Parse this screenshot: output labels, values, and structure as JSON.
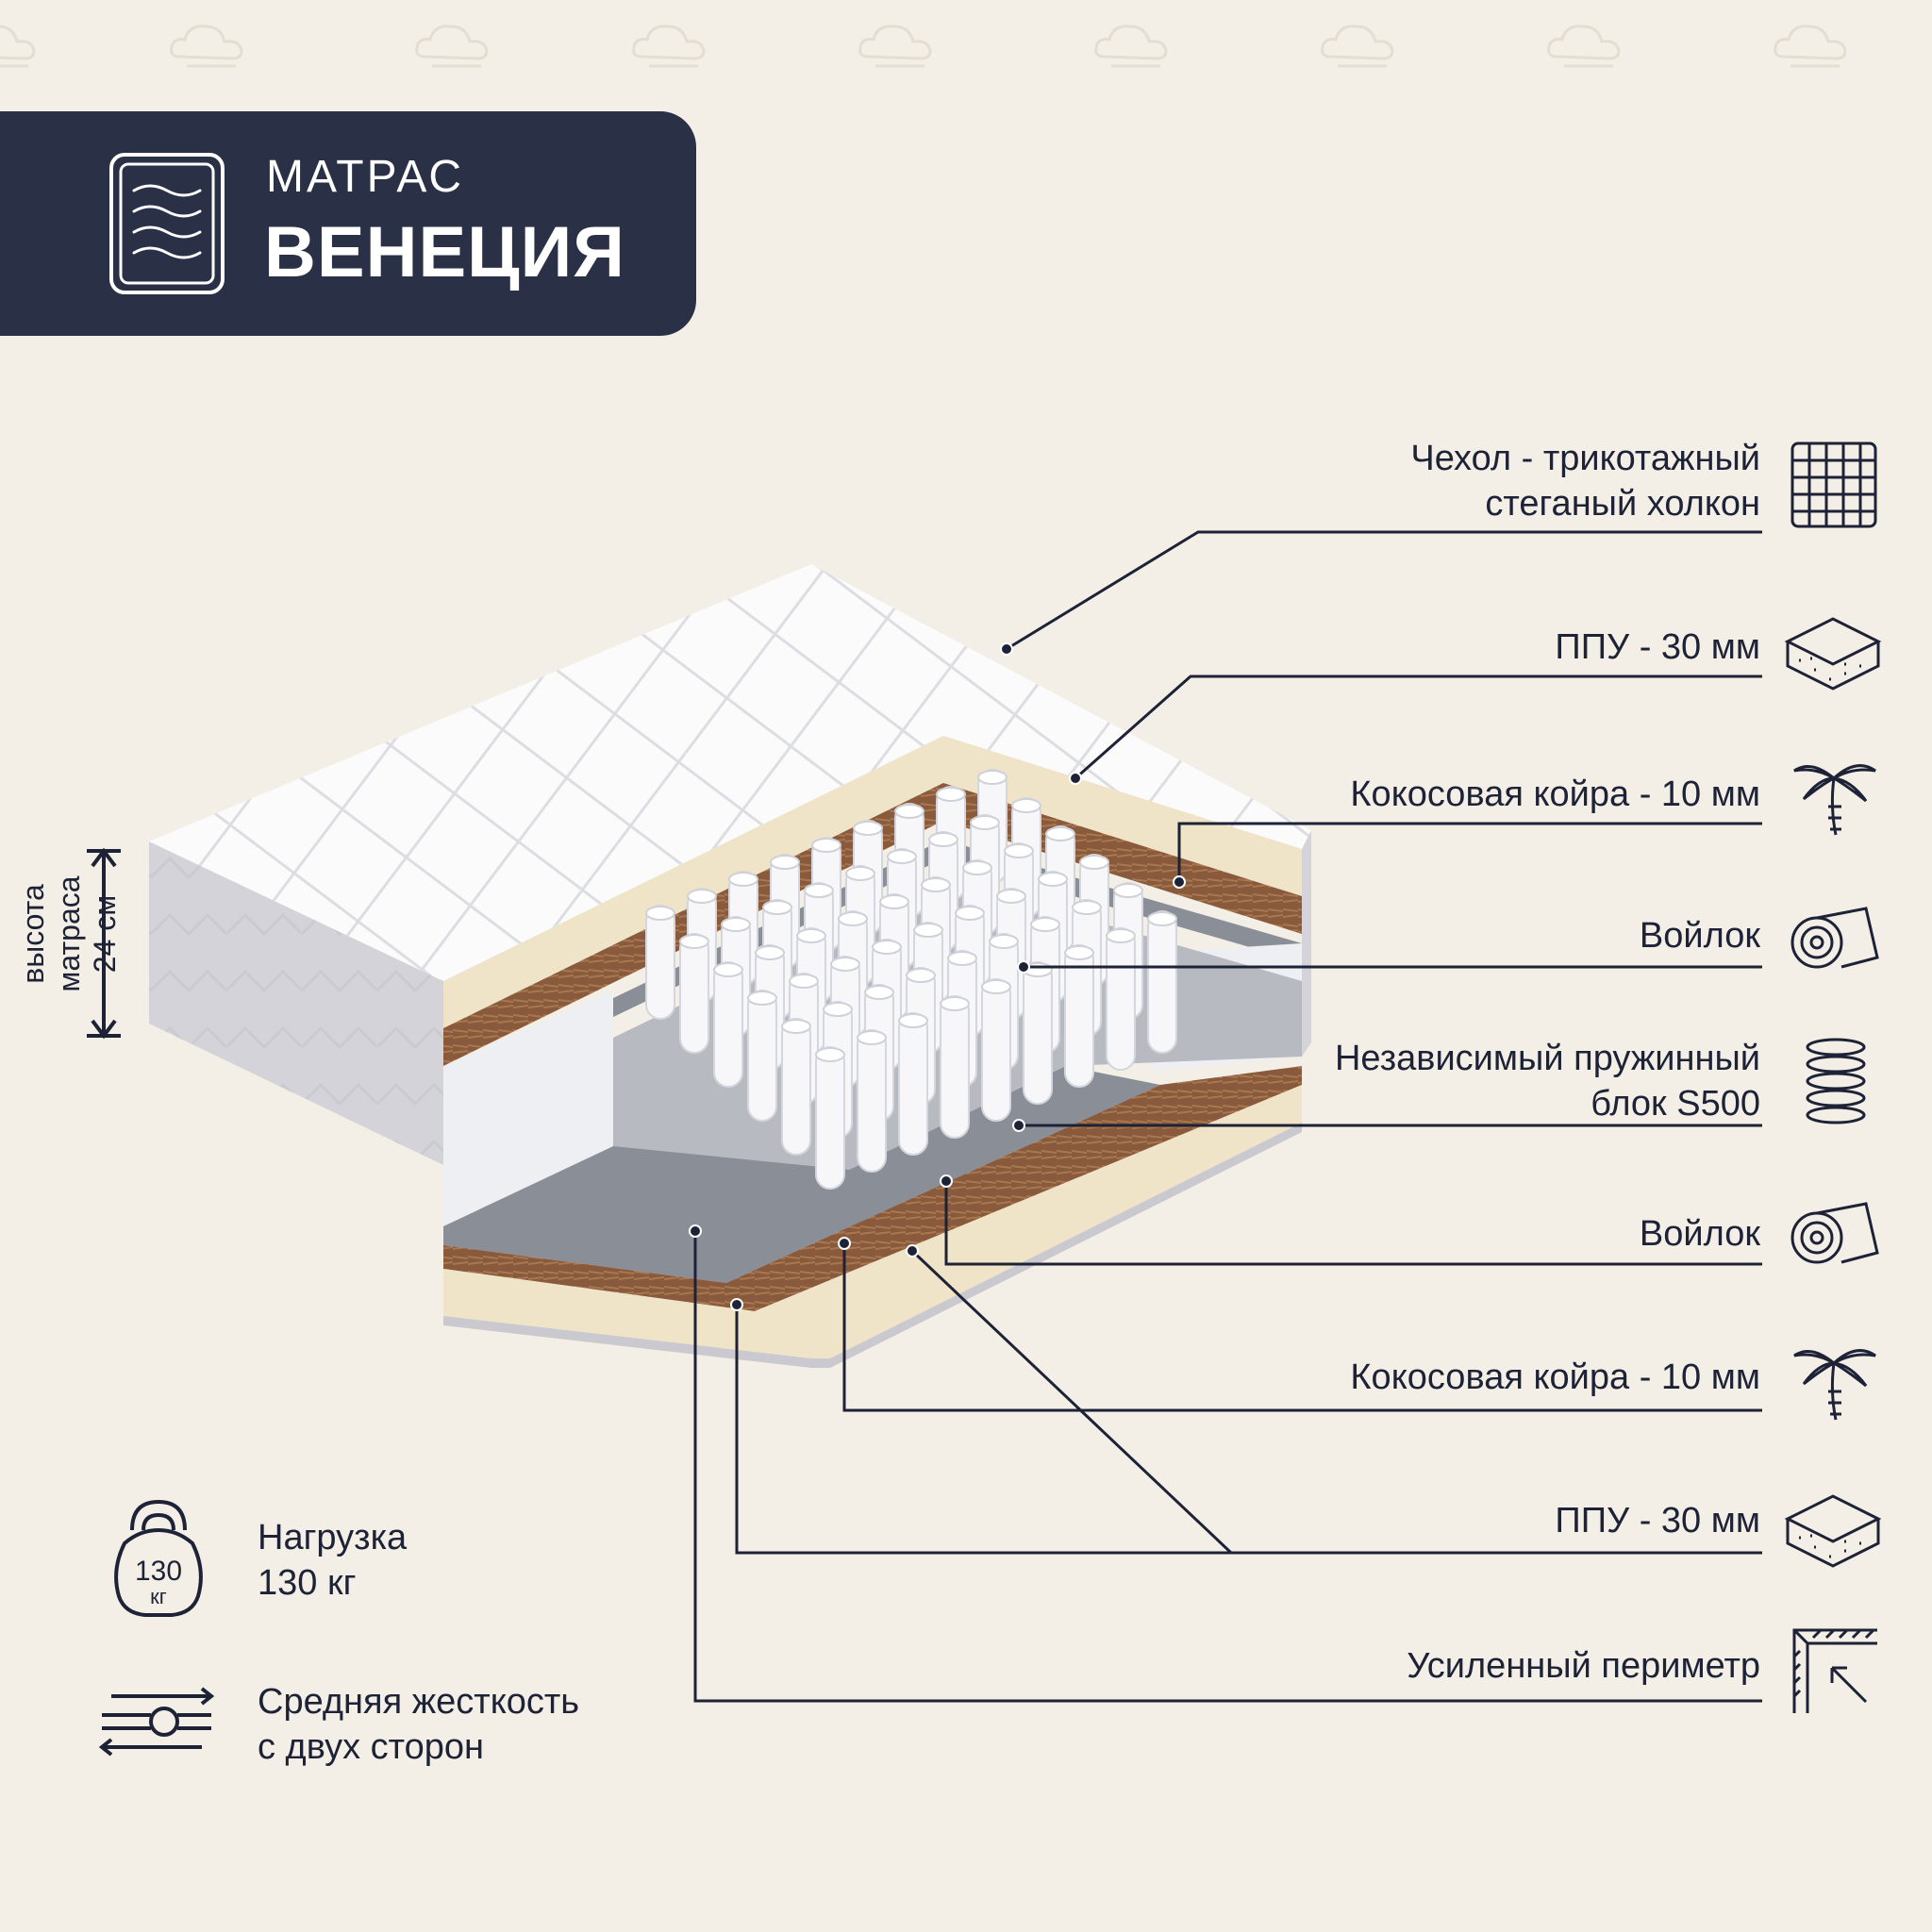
{
  "header": {
    "product_type": "МАТРАС",
    "product_name": "ВЕНЕЦИЯ"
  },
  "height_indicator": {
    "label_line1": "высота",
    "label_line2": "матраса",
    "value": "24 см"
  },
  "layers": [
    {
      "lines": [
        "Чехол - трикотажный",
        "стеганый холкон"
      ],
      "icon": "knit-fabric-icon"
    },
    {
      "lines": [
        "ППУ - 30 мм"
      ],
      "icon": "foam-layer-icon"
    },
    {
      "lines": [
        "Кокосовая койра - 10 мм"
      ],
      "icon": "palm-tree-icon"
    },
    {
      "lines": [
        "Войлок"
      ],
      "icon": "felt-roll-icon"
    },
    {
      "lines": [
        "Независимый пружинный",
        "блок S500"
      ],
      "icon": "spring-icon"
    },
    {
      "lines": [
        "Войлок"
      ],
      "icon": "felt-roll-icon"
    },
    {
      "lines": [
        "Кокосовая койра - 10 мм"
      ],
      "icon": "palm-tree-icon"
    },
    {
      "lines": [
        "ППУ - 30 мм"
      ],
      "icon": "foam-layer-icon"
    },
    {
      "lines": [
        "Усиленный периметр"
      ],
      "icon": "reinforced-perimeter-icon"
    }
  ],
  "features": [
    {
      "icon": "kettlebell-icon",
      "icon_line1": "130",
      "icon_line2": "кг",
      "lines": [
        "Нагрузка",
        "130 кг"
      ]
    },
    {
      "icon": "firmness-slider-icon",
      "lines": [
        "Средняя жесткость",
        "с двух сторон"
      ]
    }
  ],
  "colors": {
    "background": "#f3efe7",
    "header_panel": "#2a3046",
    "text": "#1d2236",
    "coconut": "#8a5a3c",
    "foam": "#efe3c8",
    "felt": "#8a8e96",
    "cover": "#ffffff"
  }
}
